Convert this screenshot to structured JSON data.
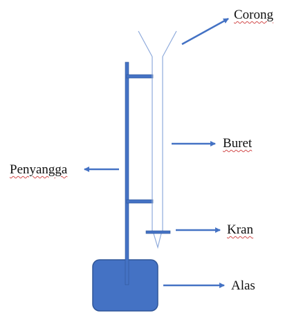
{
  "colors": {
    "blue": "#4472c4",
    "blue_fill": "#4472c4",
    "blue_dark": "#2f5597",
    "buret_outline": "#8eaadb",
    "misspell_underline": "#d24a4a"
  },
  "labels": {
    "corong": "Corong",
    "buret": "Buret",
    "penyangga": "Penyangga",
    "kran": "Kran",
    "alas": "Alas"
  }
}
